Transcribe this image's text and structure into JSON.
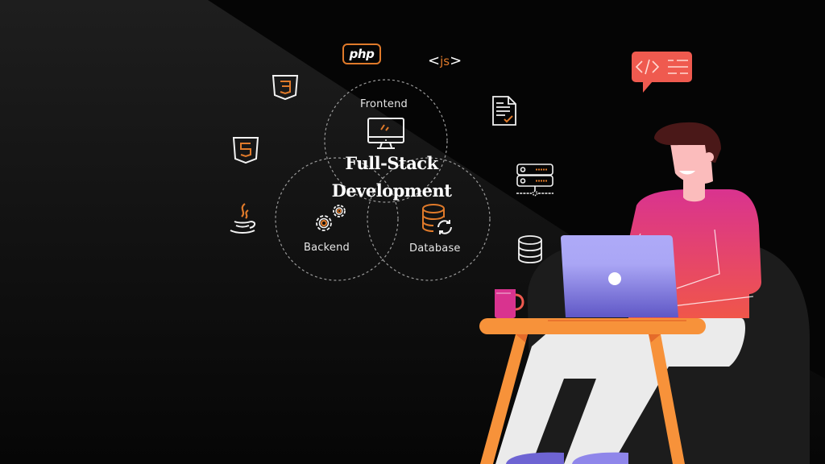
{
  "title": {
    "line1": "Full-Stack",
    "line2": "Development"
  },
  "venn": {
    "frontend_label": "Frontend",
    "backend_label": "Backend",
    "database_label": "Database"
  },
  "tech_icons": {
    "php_text": "php",
    "js_text": "js",
    "js_open": "<",
    "js_close": ">",
    "css3_text": "3",
    "html5_text": "5"
  },
  "colors": {
    "background": "#050505",
    "accent_orange": "#e07a2a",
    "speech_bubble": "#ef5a4f",
    "shirt_top": "#d9338f",
    "shirt_bottom": "#f0564a",
    "laptop": "#8d8ce6",
    "table": "#f7923a",
    "pants": "#ebebeb",
    "hair": "#4a1818",
    "skin": "#fbbcbc"
  }
}
